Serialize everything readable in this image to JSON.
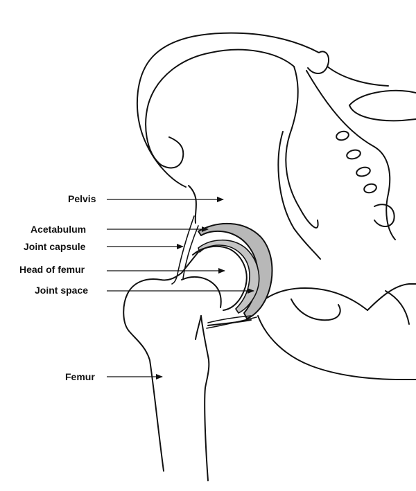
{
  "colors": {
    "line": "#111111",
    "cartilage": "#b8b8b8",
    "background": "#ffffff"
  },
  "labels": {
    "pelvis": "Pelvis",
    "acetabulum": "Acetabulum",
    "joint_capsule": "Joint capsule",
    "head_of_femur": "Head of femur",
    "joint_space": "Joint space",
    "femur": "Femur"
  }
}
